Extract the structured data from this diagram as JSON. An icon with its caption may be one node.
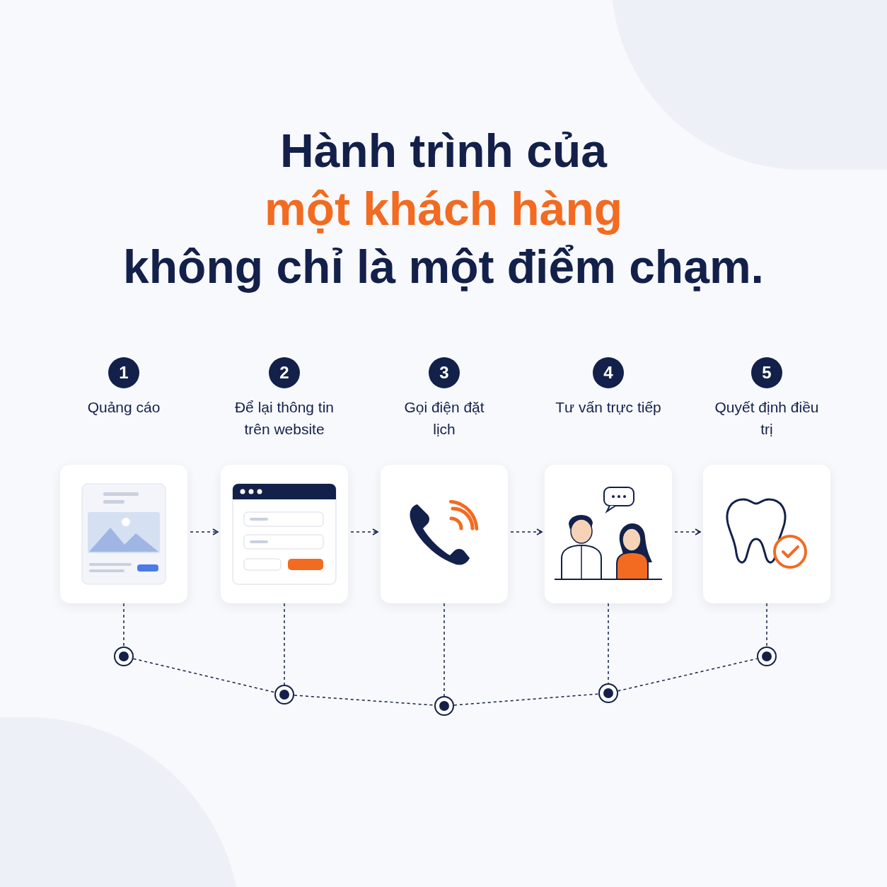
{
  "diagram": {
    "title": "Hành trình của **một khách hàng** không chỉ là một điểm chạm.",
    "nodes": [
      {
        "text": [
          "1",
          "Quảng cáo"
        ]
      },
      {
        "text": [
          "2",
          "Để lại thông tin trên website"
        ]
      },
      {
        "text": [
          "3",
          "Gọi điện đặt lịch"
        ]
      },
      {
        "text": [
          "4",
          "Tư vấn trực tiếp"
        ]
      },
      {
        "text": [
          "5",
          "Quyết định điều trị"
        ]
      },
      {
        "text": [],
        "shape": "circle"
      },
      {
        "text": [],
        "shape": "circle"
      },
      {
        "text": [],
        "shape": "circle"
      },
      {
        "text": [],
        "shape": "circle"
      },
      {
        "text": [],
        "shape": "circle"
      }
    ],
    "edges": [
      {
        "from": 0,
        "to": 1,
        "arrow": "to",
        "style": "dashed"
      },
      {
        "from": 1,
        "to": 2,
        "arrow": "to",
        "style": "dashed"
      },
      {
        "from": 2,
        "to": 3,
        "arrow": "to",
        "style": "dashed"
      },
      {
        "from": 3,
        "to": 4,
        "arrow": "to",
        "style": "dashed"
      },
      {
        "from": 0,
        "to": 5,
        "arrow": "none",
        "style": "dashed"
      },
      {
        "from": 1,
        "to": 6,
        "arrow": "none",
        "style": "dashed"
      },
      {
        "from": 2,
        "to": 7,
        "arrow": "none",
        "style": "dashed"
      },
      {
        "from": 3,
        "to": 8,
        "arrow": "none",
        "style": "dashed"
      },
      {
        "from": 4,
        "to": 9,
        "arrow": "none",
        "style": "dashed"
      },
      {
        "from": 5,
        "to": 6,
        "arrow": "none",
        "style": "dashed"
      },
      {
        "from": 6,
        "to": 7,
        "arrow": "none",
        "style": "dashed"
      },
      {
        "from": 7,
        "to": 8,
        "arrow": "none",
        "style": "dashed"
      },
      {
        "from": 8,
        "to": 9,
        "arrow": "none",
        "style": "dashed"
      }
    ]
  }
}
